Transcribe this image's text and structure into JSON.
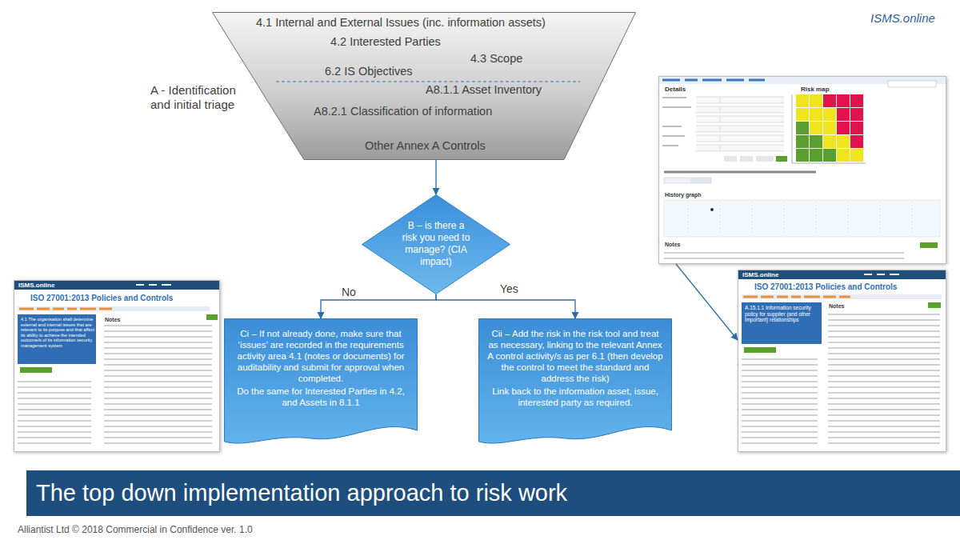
{
  "diagram": {
    "title": "The top down implementation approach to risk work",
    "nodes": [
      {
        "text": [
          "4.1 Internal and External Issues (inc. information assets)",
          "4.2 Interested Parties",
          "4.3 Scope",
          "6.2 IS Objectives",
          "A8.1.1 Asset Inventory",
          "A8.2.1 Classification of information",
          "Other Annex A Controls"
        ]
      },
      {
        "text": [
          "Details",
          "Risk map",
          "History graph",
          "Notes"
        ]
      },
      {
        "text": [
          "B – is there a risk you need to manage? (CIA impact)"
        ]
      },
      {
        "text": [
          "ISMS.online",
          "ISO 27001:2013 Policies and Controls",
          "4.1 The organisation shall determine external and internal issues that are relevant to its purpose and that affect its ability to achieve the intended outcome/s of its information security management system",
          "Notes"
        ]
      },
      {
        "text": [
          "Ci – If not already done, make sure that ‘issues’ are recorded in the requirements activity area 4.1 (notes or documents) for auditability and submit for approval when completed.",
          "Do the same for Interested Parties in 4.2, and Assets in 8.1.1"
        ]
      },
      {
        "text": [
          "Cii – Add the risk in the risk tool and treat as necessary, linking to the relevant Annex A control activity/s as per 6.1 (then develop the control to meet the standard and address the risk)",
          "Link back to the information asset, issue, interested party as required."
        ]
      },
      {
        "text": [
          "ISMS.online",
          "ISO 27001:2013 Policies and Controls",
          "A.15.1.1 Information security policy for supplier (and other important) relationships",
          "Notes"
        ]
      }
    ],
    "edges": [
      {
        "from": 0,
        "to": 2,
        "arrow": "to"
      },
      {
        "from": 2,
        "to": 4,
        "label": "No",
        "arrow": "to"
      },
      {
        "from": 2,
        "to": 5,
        "label": "Yes",
        "arrow": "to"
      },
      {
        "from": 1,
        "to": 6,
        "arrow": "to"
      }
    ],
    "labels": [
      "ISMS.online",
      "A - Identification and initial triage",
      "Alliantist Ltd © 2018 Commercial in Confidence ver. 1.0"
    ]
  }
}
